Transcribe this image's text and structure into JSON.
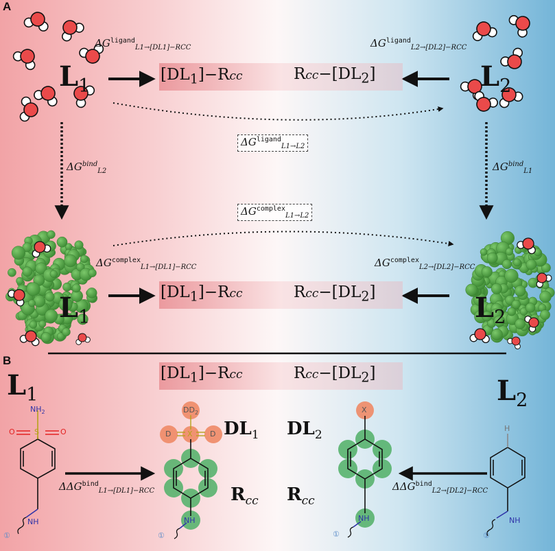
{
  "panels": {
    "a": "A",
    "b": "B"
  },
  "ligands": {
    "l1": {
      "base": "L",
      "sub": "1"
    },
    "l2": {
      "base": "L",
      "sub": "2"
    }
  },
  "hybrid": {
    "left": {
      "dl": "[DL",
      "dl_sub": "1",
      "dl_close": "]",
      "r": "−R",
      "r_sub": "cc"
    },
    "right": {
      "r": "R",
      "r_sub": "cc",
      "r_dash": "−",
      "dl": "[DL",
      "dl_sub": "2",
      "dl_close": "]"
    }
  },
  "energies": {
    "dg": "ΔG",
    "ddg": "ΔΔG",
    "ligand": "ligand",
    "complex": "complex",
    "bind": "bind",
    "sub_l1_dl1": "L1→[DL1]−RCC",
    "sub_l2_dl2": "L2→[DL2]−RCC",
    "sub_l1_l2": "L1→L2",
    "sub_l1": "L1",
    "sub_l2": "L2"
  },
  "molecules": {
    "sulfonamide": {
      "nh2": "NH",
      "nh2_sub": "2",
      "s": "S",
      "o": "O",
      "nh": "NH",
      "attach": "①"
    },
    "dummy": {
      "x": "X",
      "dd": "DD",
      "dd_sub": "2",
      "d": "D",
      "nh": "NH",
      "attach": "①"
    },
    "dummy2": {
      "x": "X",
      "nh": "NH",
      "attach": "①"
    },
    "benzene": {
      "h": "H",
      "nh": "NH",
      "attach": "①"
    }
  },
  "labels": {
    "dl1": {
      "base": "DL",
      "sub": "1"
    },
    "dl2": {
      "base": "DL",
      "sub": "2"
    },
    "rcc": {
      "base": "R",
      "sub": "cc"
    }
  },
  "colors": {
    "left": "#f2a3a6",
    "right": "#74b5d8",
    "protein": "#4f9e44",
    "water_o": "#ea4a4a",
    "dummy": "#ee8a66",
    "core": "#58b26e",
    "sulfur": "#b5a21b",
    "oxygen": "#e32222",
    "nitrogen": "#2f33a8"
  }
}
